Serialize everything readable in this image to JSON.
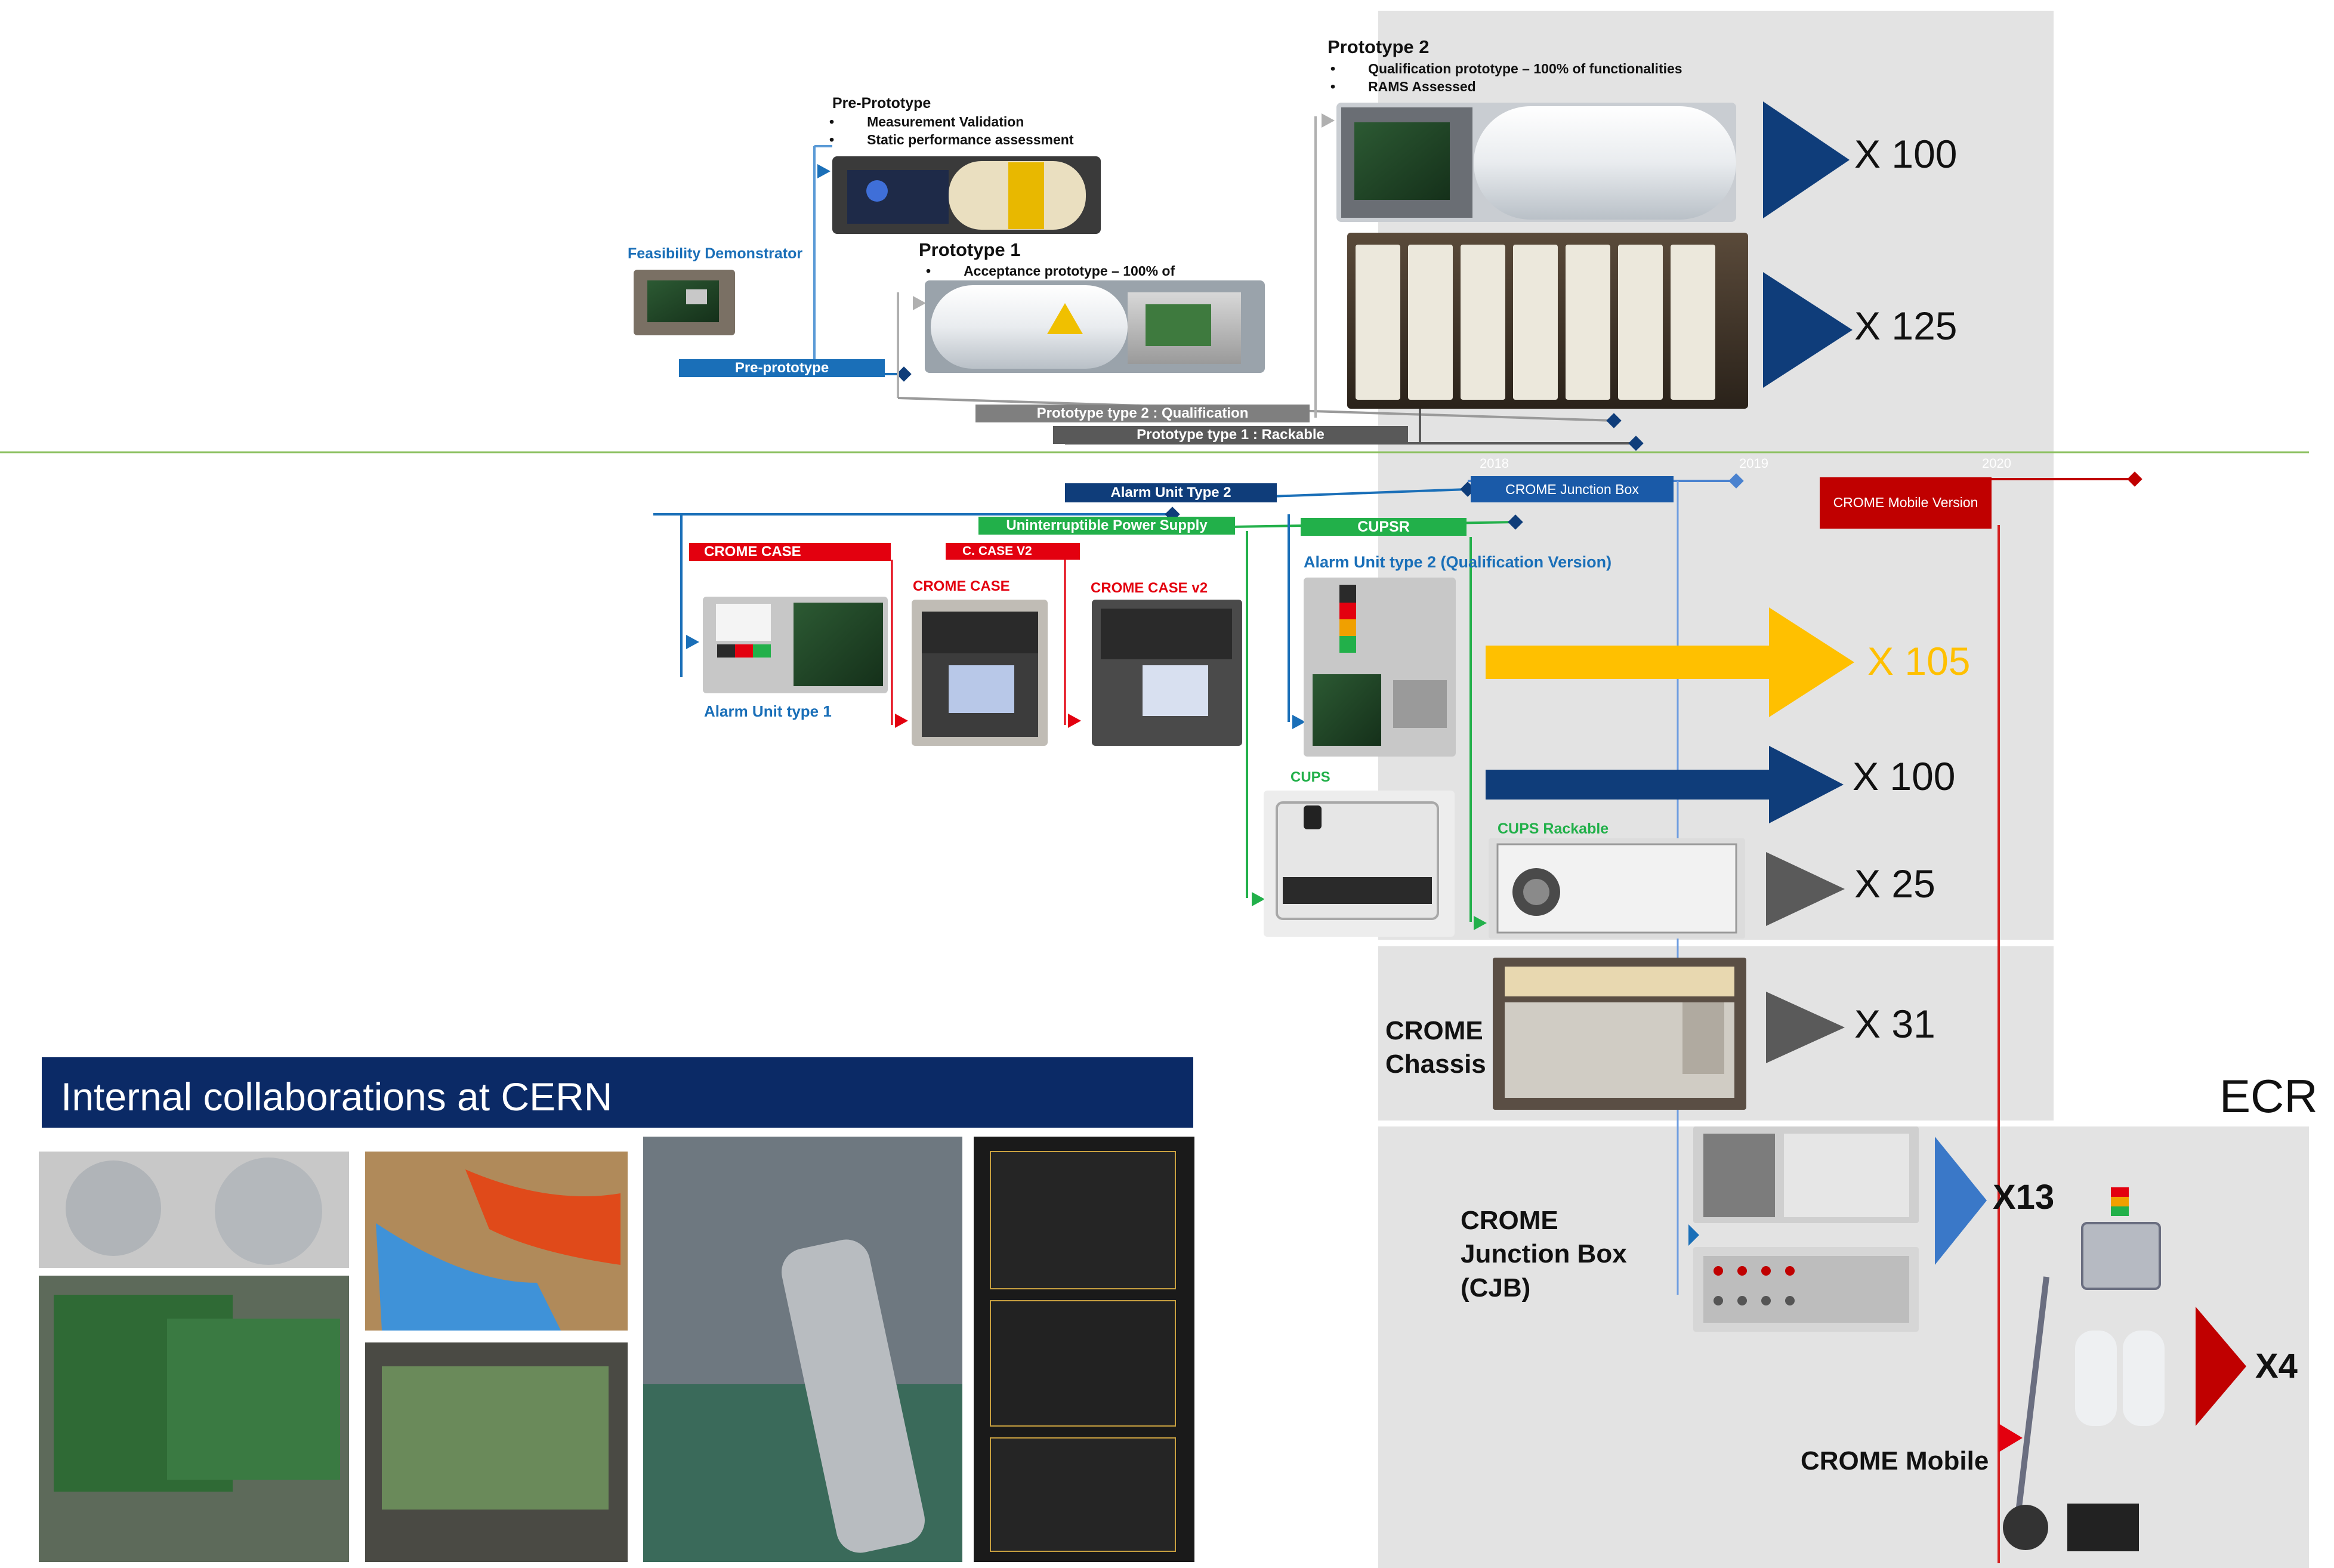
{
  "colors": {
    "blue": "#1a6fb8",
    "navy": "#0f3d7a",
    "red": "#e3000f",
    "green": "#22b04a",
    "gray": "#7f7f7f",
    "darkgray": "#595959",
    "panel": "#e3e3e3",
    "yellow": "#ffc000",
    "darkred": "#c00000",
    "banner": "#0b2a66"
  },
  "top": {
    "feasibility": "Feasibility Demonstrator",
    "pre_prototype_bar": "Pre-prototype",
    "pre_prototype": {
      "title": "Pre-Prototype",
      "bullets": [
        "Measurement Validation",
        "Static performance assessment"
      ]
    },
    "prototype1": {
      "title": "Prototype 1",
      "bullets": [
        "Acceptance prototype – 100% of"
      ]
    },
    "prototype2": {
      "title": "Prototype 2",
      "bullets": [
        "Qualification prototype – 100% of functionalities",
        "RAMS Assessed"
      ]
    },
    "bar_type2": "Prototype type 2 : Qualification",
    "bar_type1": "Prototype type 1 : Rackable",
    "qty_100": "X 100",
    "qty_125": "X 125"
  },
  "years": [
    "2018",
    "2019",
    "2020"
  ],
  "mid": {
    "alarm_unit_type2_bar": "Alarm Unit Type 2",
    "cjb_bar": "CROME Junction Box",
    "mobile_bar": "CROME  Mobile Version",
    "ups_bar": "Uninterruptible Power Supply",
    "cupsr_bar": "CUPSR",
    "crome_case_bar": "CROME CASE",
    "ccase_v2_bar": "C. CASE V2",
    "alarm_unit_type2_label": "Alarm Unit type 2  (Qualification Version)",
    "crome_case_label": "CROME CASE",
    "crome_case_v2_label": "CROME CASE v2",
    "alarm_unit_type1_label": "Alarm Unit type 1",
    "cups_label": "CUPS",
    "cups_rackable_label": "CUPS Rackable",
    "qty_105": "X 105",
    "qty_100b": "X 100",
    "qty_25": "X 25"
  },
  "chassis": {
    "label": "CROME Chassis",
    "qty": "X 31"
  },
  "ecr": {
    "title": "ECR",
    "cjb_label": "CROME Junction Box (CJB)",
    "cjb_qty": "X13",
    "mobile_label": "CROME Mobile",
    "mobile_qty": "X4"
  },
  "banner": {
    "title": "Internal collaborations at CERN"
  }
}
